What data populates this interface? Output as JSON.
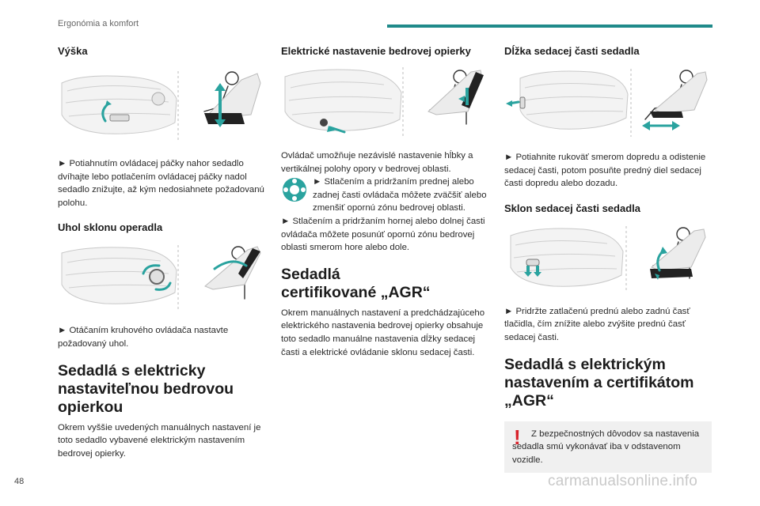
{
  "header": {
    "section_title": "Ergonómia a komfort"
  },
  "page": {
    "number": "48",
    "watermark": "carmanualsonline.info",
    "accent_color": "#1f8a8a"
  },
  "col1": {
    "vyska": {
      "title": "Výška",
      "text": "► Potiahnutím ovládacej páčky nahor sedadlo dvíhajte lebo potlačením ovládacej páčky nadol sedadlo znižujte, až kým nedosiahnete požadovanú polohu."
    },
    "uhol": {
      "title": "Uhol sklonu operadla",
      "text": "► Otáčaním kruhového ovládača nastavte požadovaný uhol."
    },
    "elektricky": {
      "title": "Sedadlá s elektricky nastaviteľnou bedrovou opierkou",
      "text": "Okrem vyššie uvedených manuálnych nastavení je toto sedadlo vybavené elektrickým nastavením bedrovej opierky."
    }
  },
  "col2": {
    "bedrova": {
      "title": "Elektrické nastavenie bedrovej opierky",
      "text1": "Ovládač umožňuje nezávislé nastavenie hĺbky a vertikálnej polohy opory v bedrovej oblasti.",
      "text2": "► Stlačením a pridržaním prednej alebo zadnej časti ovládača môžete zväčšiť alebo zmenšiť opornú zónu bedrovej oblasti.",
      "text3": "► Stlačením a pridržaním hornej alebo dolnej časti ovládača môžete posunúť opornú zónu bedrovej oblasti smerom hore alebo dole."
    },
    "agr": {
      "title": "Sedadlá certifikované „AGR“",
      "text": "Okrem manuálnych nastavení a predchádzajúceho elektrického nastavenia bedrovej opierky obsahuje toto sedadlo manuálne nastavenia dĺžky sedacej časti a elektrické ovládanie sklonu sedacej časti."
    }
  },
  "col3": {
    "dlzka": {
      "title": "Dĺžka sedacej časti sedadla",
      "text": "► Potiahnite rukoväť smerom dopredu a odistenie sedacej časti, potom posuňte predný diel sedacej časti dopredu alebo dozadu."
    },
    "sklon": {
      "title": "Sklon sedacej časti sedadla",
      "text": "► Pridržte zatlačenú prednú alebo zadnú časť tlačidla, čím znížite alebo zvýšite prednú časť sedacej časti."
    },
    "agr_elec": {
      "title": "Sedadlá s elektrickým nastavením a certifikátom „AGR“",
      "warning_mark": "!",
      "warning_text": "Z bezpečnostných dôvodov sa nastavenia sedadla smú vykonávať iba v odstavenom vozidle."
    }
  }
}
